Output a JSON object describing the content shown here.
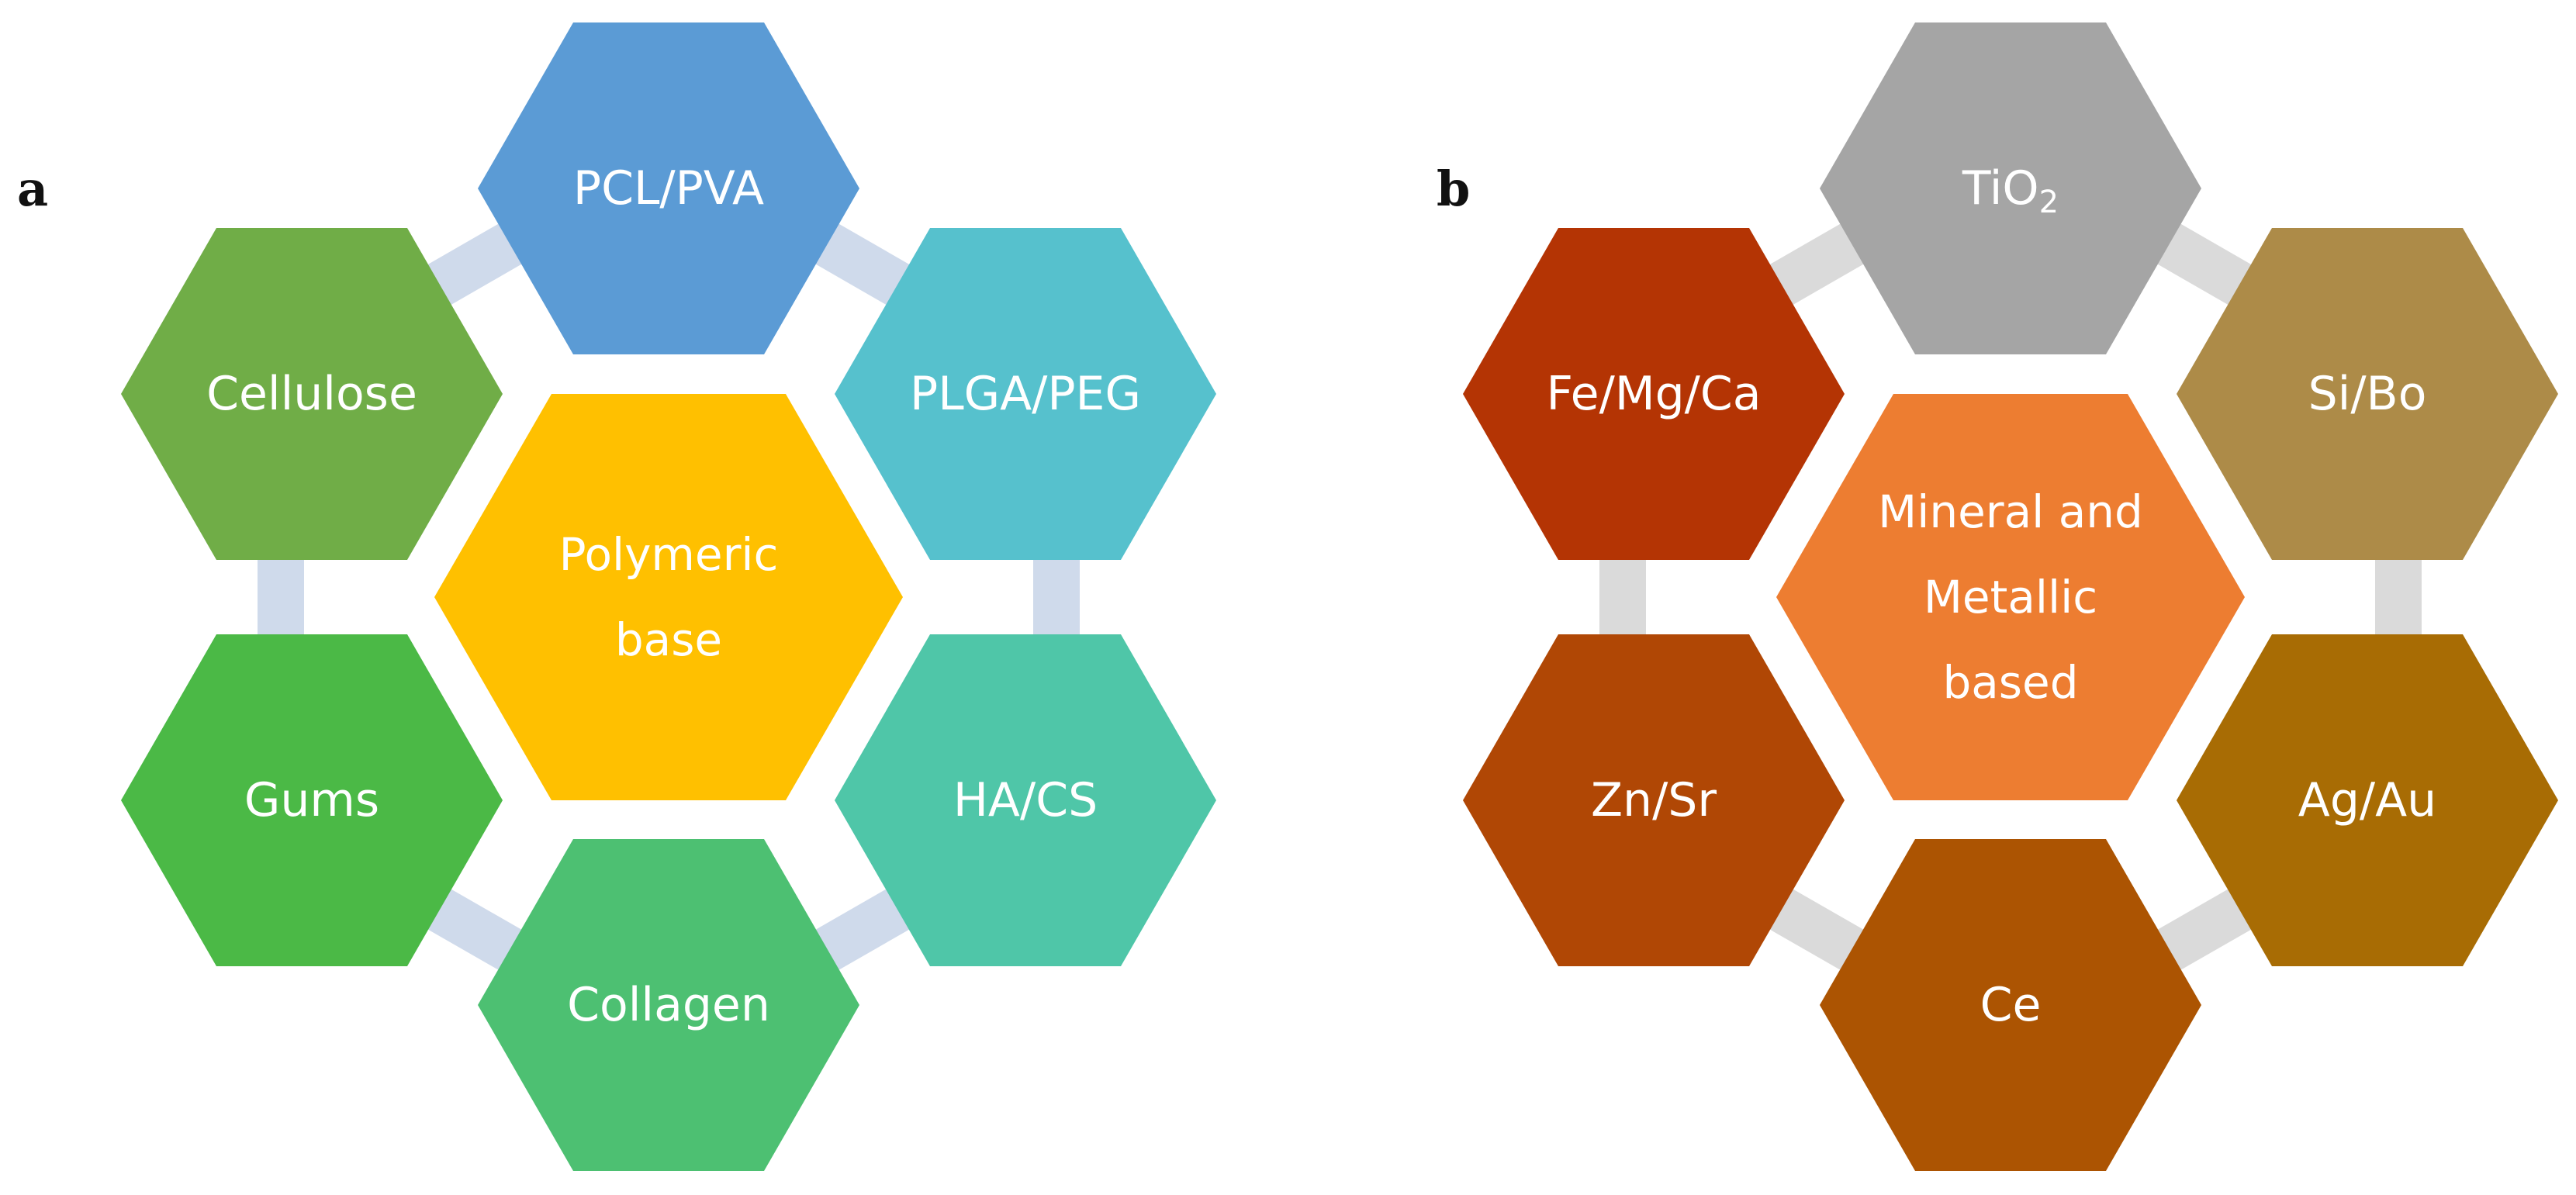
{
  "panels": [
    {
      "letter": "a",
      "connector_color": "#cfdaeb",
      "center": {
        "label_lines": [
          "Polymeric",
          "base"
        ],
        "color": "#ffc000"
      },
      "hexes": [
        {
          "id": "pcl-pva",
          "label": "PCL/PVA",
          "color": "#5b9bd5"
        },
        {
          "id": "plga-peg",
          "label": "PLGA/PEG",
          "color": "#56c1cd"
        },
        {
          "id": "ha-cs",
          "label": "HA/CS",
          "color": "#4fc6a8"
        },
        {
          "id": "collagen",
          "label": "Collagen",
          "color": "#4dc072"
        },
        {
          "id": "gums",
          "label": "Gums",
          "color": "#4bb946"
        },
        {
          "id": "cellulose",
          "label": "Cellulose",
          "color": "#70ad47"
        }
      ]
    },
    {
      "letter": "b",
      "connector_color": "#dadada",
      "center": {
        "label_lines": [
          "Mineral and",
          "Metallic",
          "based"
        ],
        "color": "#ed7d31"
      },
      "hexes": [
        {
          "id": "tio2",
          "label": "TiO",
          "label_sub": "2",
          "color": "#a5a5a5"
        },
        {
          "id": "si-bo",
          "label": "Si/Bo",
          "color": "#ad8b48"
        },
        {
          "id": "ag-au",
          "label": "Ag/Au",
          "color": "#a86c04"
        },
        {
          "id": "ce",
          "label": "Ce",
          "color": "#ac5402"
        },
        {
          "id": "zn-sr",
          "label": "Zn/Sr",
          "color": "#b04705"
        },
        {
          "id": "fe-mg-ca",
          "label": "Fe/Mg/Ca",
          "color": "#b43404"
        }
      ]
    }
  ]
}
